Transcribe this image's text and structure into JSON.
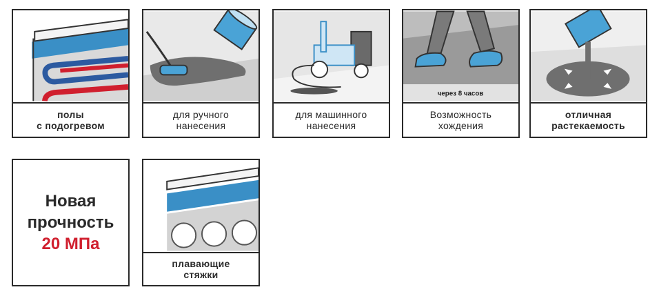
{
  "colors": {
    "border": "#2a2a2a",
    "accent_red": "#d01f2e",
    "accent_blue": "#3a8fc6",
    "gray": "#7a7a7a"
  },
  "cards": {
    "heated": {
      "icon": "heated-floor-icon",
      "line1": "полы",
      "line2": "с подогревом"
    },
    "manual": {
      "icon": "manual-application-icon",
      "line1": "для ручного",
      "line2": "нанесения"
    },
    "machine": {
      "icon": "machine-application-icon",
      "line1": "для машинного",
      "line2": "нанесения"
    },
    "walk": {
      "icon": "walking-icon",
      "band": "через 8 часов",
      "line1": "Возможность",
      "line2": "хождения"
    },
    "spread": {
      "icon": "spreading-icon",
      "line1": "отличная",
      "line2": "растекаемость"
    },
    "strength": {
      "line1": "Новая",
      "line2": "прочность",
      "line3": "20 МПа"
    },
    "floating": {
      "icon": "floating-screed-icon",
      "line1": "плавающие",
      "line2": "стяжки"
    }
  }
}
